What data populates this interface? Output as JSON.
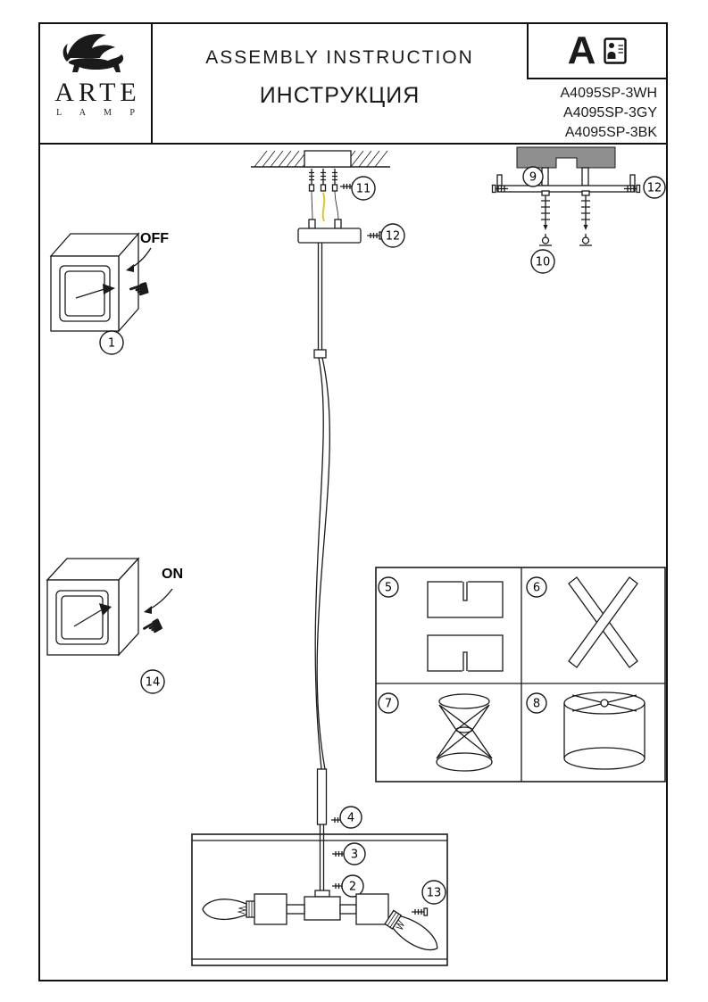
{
  "header": {
    "brand_name": "ARTE",
    "brand_sub": "L A M P",
    "title_en": "ASSEMBLY  INSTRUCTION",
    "title_ru": "ИНСТРУКЦИЯ",
    "section_letter": "A",
    "models": [
      "A4095SP-3WH",
      "A4095SP-3GY",
      "A4095SP-3BK"
    ]
  },
  "diagram": {
    "labels": {
      "off": "OFF",
      "on": "ON"
    },
    "steps": {
      "s1": "1",
      "s2": "2",
      "s3": "3",
      "s4": "4",
      "s5": "5",
      "s6": "6",
      "s7": "7",
      "s8": "8",
      "s9": "9",
      "s10": "10",
      "s11": "11",
      "s12": "12",
      "s13": "13",
      "s14": "14"
    },
    "colors": {
      "ink": "#1a1a1a",
      "ceiling_gray": "#8f8f8f",
      "ground_wire": "#e0c62e"
    },
    "icons": {
      "hand_left": "☚"
    }
  }
}
